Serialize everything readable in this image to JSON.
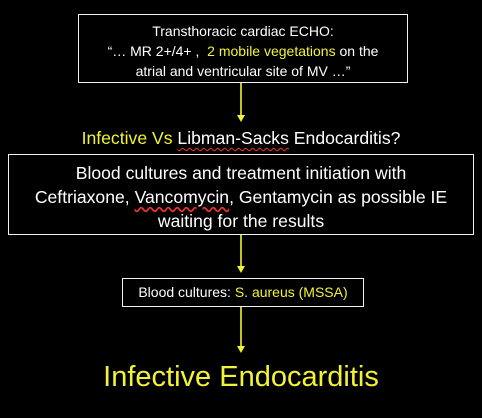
{
  "echo": {
    "line1": "Transthoracic cardiac ECHO:",
    "line2_prefix": "“… MR 2+/4+ ,  ",
    "line2_highlight": "2 mobile vegetations",
    "line2_suffix": " on the",
    "line3": "atrial and ventricular site of MV …”"
  },
  "question": {
    "highlight": "Infective Vs",
    "libman": "Libman-Sacks",
    "rest": " Endocarditis?"
  },
  "treatment": {
    "line1": "Blood cultures and treatment initiation with",
    "line2_a": "Ceftriaxone, ",
    "line2_vanco": "Vancomycin",
    "line2_b": ", Gentamycin as possible IE",
    "line3": "waiting for the results"
  },
  "blood_result": {
    "label": "Blood cultures: ",
    "organism": "S. aureus (MSSA)"
  },
  "final": "Infective Endocarditis",
  "colors": {
    "background": "#000000",
    "highlight": "#f3f335",
    "arrow": "#f3f335",
    "spellcheck_underline": "#e33333"
  }
}
